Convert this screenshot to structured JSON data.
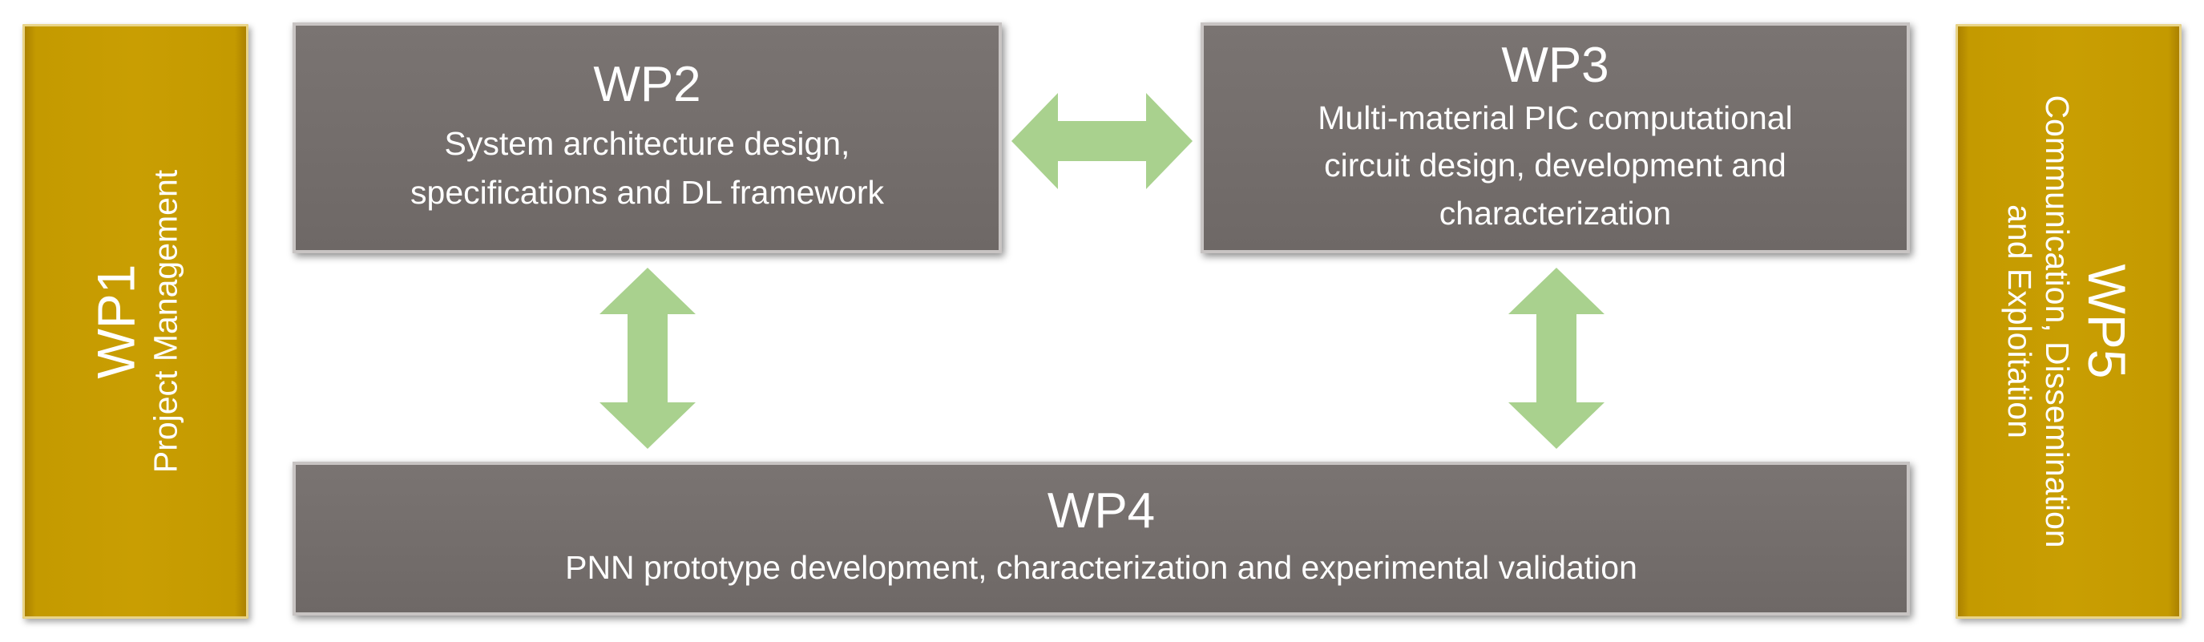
{
  "wp1": {
    "title": "WP1",
    "subtitle": "Project Management"
  },
  "wp2": {
    "title": "WP2",
    "desc_line1": "System architecture design,",
    "desc_line2": "specifications and DL framework"
  },
  "wp3": {
    "title": "WP3",
    "desc_line1": "Multi-material PIC computational",
    "desc_line2": "circuit design, development and",
    "desc_line3": "characterization"
  },
  "wp4": {
    "title": "WP4",
    "desc_line1": "PNN prototype development, characterization and experimental validation"
  },
  "wp5": {
    "title": "WP5",
    "subtitle_line1": "Communication, Dissemination",
    "subtitle_line2": "and Exploitation"
  },
  "colors": {
    "box_gray": "#746e6c",
    "side_gold": "#c49a00",
    "arrow_green": "#a9d18e",
    "text": "#ffffff"
  }
}
